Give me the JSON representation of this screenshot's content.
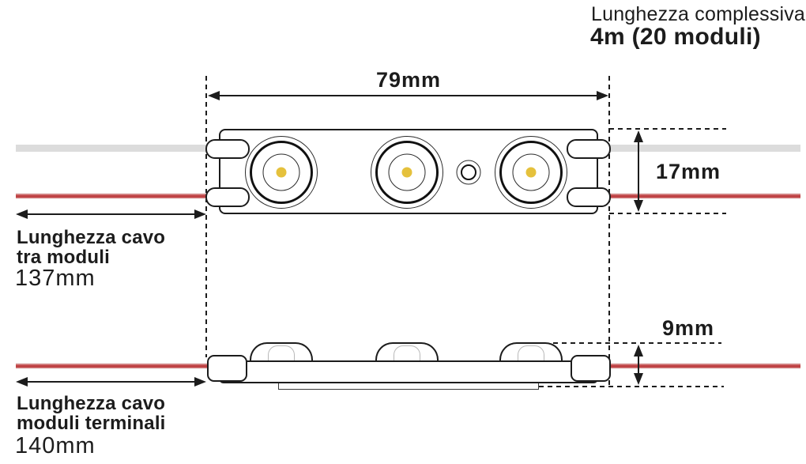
{
  "header": {
    "title_line1": "Lunghezza complessiva",
    "title_line2": "4m (20 moduli)"
  },
  "dimensions": {
    "module_length": {
      "value": "79mm"
    },
    "module_width": {
      "value": "17mm"
    },
    "module_height": {
      "value": "9mm"
    },
    "cable_between_modules": {
      "label_line1": "Lunghezza cavo",
      "label_line2": "tra moduli",
      "value": "137mm"
    },
    "cable_terminal_modules": {
      "label_line1": "Lunghezza cavo",
      "label_line2": "moduli terminali",
      "value": "140mm"
    }
  },
  "diagram": {
    "led_count": 3,
    "lens_dome_count": 3,
    "views": [
      "top view",
      "side view"
    ]
  },
  "colors": {
    "line_black": "#1c1c1c",
    "wire_gray": "#dcdcdc",
    "wire_red_core": "#bf4345",
    "wire_red_edge": "#f2e8e8",
    "led_chip_yellow": "#e5c13c",
    "lens_inner_gray": "#b8b8b8"
  }
}
